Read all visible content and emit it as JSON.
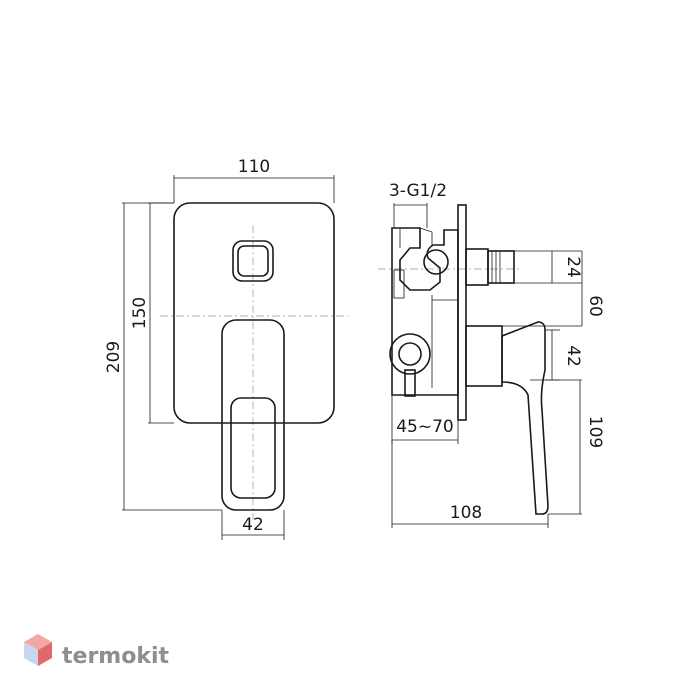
{
  "front_view": {
    "dim_width": "110",
    "dim_plate_height": "150",
    "dim_total_height": "209",
    "dim_lever_width": "42"
  },
  "side_view": {
    "dim_thread": "3-G1/2",
    "dim_24": "24",
    "dim_60": "60",
    "dim_42": "42",
    "dim_depth": "45~70",
    "dim_109": "109",
    "dim_108": "108"
  },
  "logo": {
    "text": "termokit",
    "colors": {
      "top": "#f3a6a6",
      "left": "#c9d6f0",
      "right": "#e06a6a"
    }
  }
}
